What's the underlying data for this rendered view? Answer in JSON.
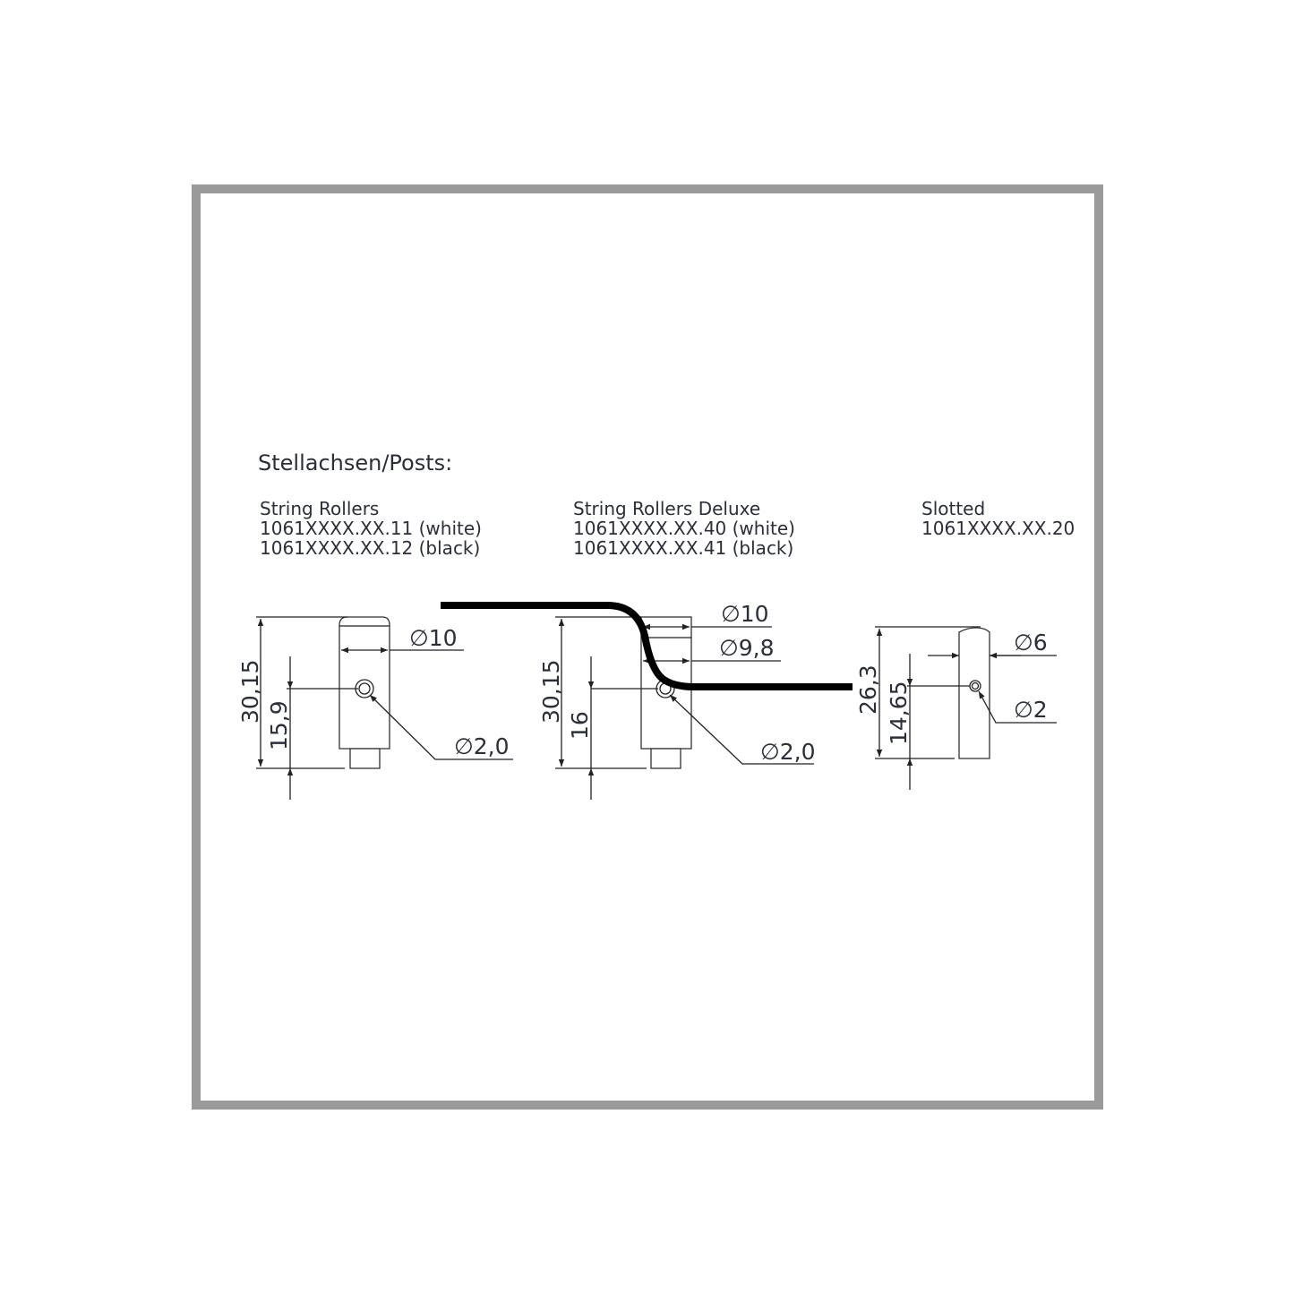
{
  "heading": "Stellachsen/Posts:",
  "products": [
    {
      "name": "String Rollers",
      "lines": [
        "1061XXXX.XX.11 (white)",
        "1061XXXX.XX.12 (black)"
      ],
      "dims": {
        "height": "30,15",
        "hole_height": "15,9",
        "diameter": "∅10",
        "hole": "∅2,0"
      }
    },
    {
      "name": "String Rollers Deluxe",
      "lines": [
        "1061XXXX.XX.40 (white)",
        "1061XXXX.XX.41 (black)"
      ],
      "dims": {
        "height": "30,15",
        "hole_height": "16",
        "diameter": "∅10",
        "inner_diameter": "∅9,8",
        "hole": "∅2,0"
      }
    },
    {
      "name": "Slotted",
      "lines": [
        "1061XXXX.XX.20"
      ],
      "dims": {
        "height": "26,3",
        "hole_height": "14,65",
        "diameter": "∅6",
        "hole": "∅2"
      }
    }
  ],
  "colors": {
    "frame": "#9a9a9a",
    "text": "#2b2f3a",
    "string": "#000000"
  }
}
